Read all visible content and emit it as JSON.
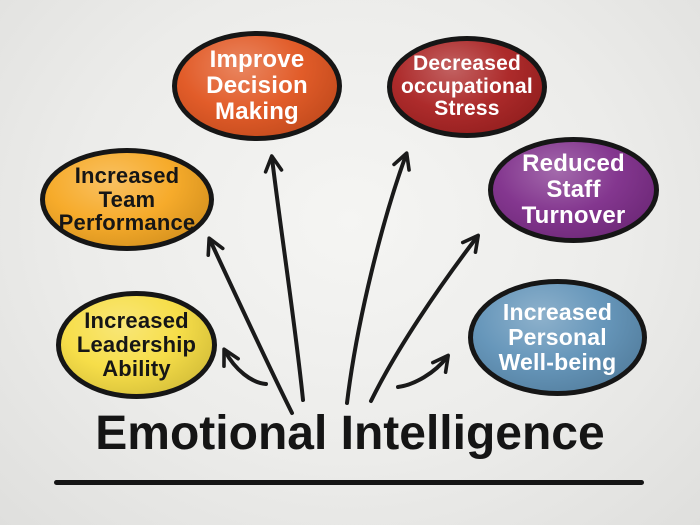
{
  "title": {
    "text": "Emotional Intelligence"
  },
  "nodes": [
    {
      "id": "improve-decision-making",
      "lines": [
        "Improve",
        "Decision",
        "Making"
      ],
      "bg": "#e0521c",
      "text_color": "#ffffff"
    },
    {
      "id": "decreased-occupational-stress",
      "lines": [
        "Decreased",
        "occupational",
        "Stress"
      ],
      "bg": "#a81e1e",
      "text_color": "#ffffff"
    },
    {
      "id": "increased-team-performance",
      "lines": [
        "Increased",
        "Team",
        "Performance"
      ],
      "bg": "#f6a61e",
      "text_color": "#161616"
    },
    {
      "id": "reduced-staff-turnover",
      "lines": [
        "Reduced",
        "Staff",
        "Turnover"
      ],
      "bg": "#7c2a88",
      "text_color": "#ffffff"
    },
    {
      "id": "increased-leadership-ability",
      "lines": [
        "Increased",
        "Leadership",
        "Ability"
      ],
      "bg": "#f6dc3e",
      "text_color": "#161616"
    },
    {
      "id": "increased-personal-well-being",
      "lines": [
        "Increased",
        "Personal",
        "Well-being"
      ],
      "bg": "#5d90b6",
      "text_color": "#ffffff"
    }
  ],
  "arrows": [
    {
      "from": "emotional-intelligence",
      "to": "improve-decision-making"
    },
    {
      "from": "emotional-intelligence",
      "to": "decreased-occupational-stress"
    },
    {
      "from": "emotional-intelligence",
      "to": "increased-team-performance"
    },
    {
      "from": "emotional-intelligence",
      "to": "reduced-staff-turnover"
    },
    {
      "from": "emotional-intelligence",
      "to": "increased-leadership-ability"
    },
    {
      "from": "emotional-intelligence",
      "to": "increased-personal-well-being"
    }
  ],
  "colors": {
    "background": "#ececea",
    "outline": "#161616",
    "arrow": "#1a1a1a",
    "title_text": "#151515"
  }
}
